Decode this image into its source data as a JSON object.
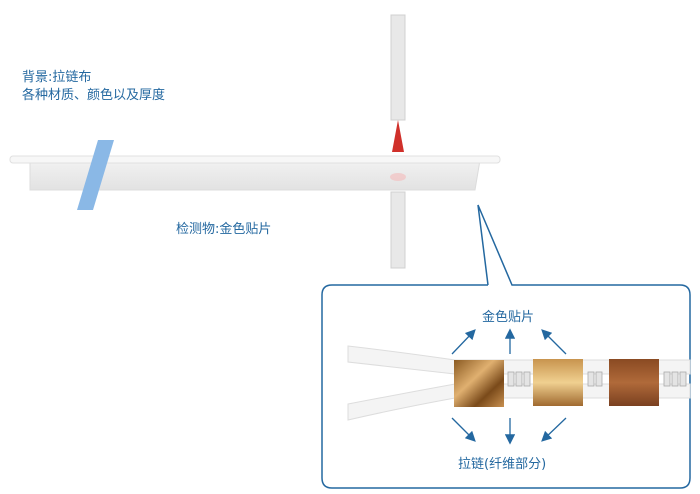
{
  "labels": {
    "background_title": "背景:拉链布",
    "background_desc": "各种材质、颜色以及厚度",
    "target": "检测物:金色贴片",
    "callout_top": "金色贴片",
    "callout_bottom": "拉链(纤维部分)"
  },
  "colors": {
    "accent": "#2468a0",
    "sensor_beam": "#d0302a",
    "guide_bar": "#8ab8e6",
    "gold": "#b27a3a"
  }
}
